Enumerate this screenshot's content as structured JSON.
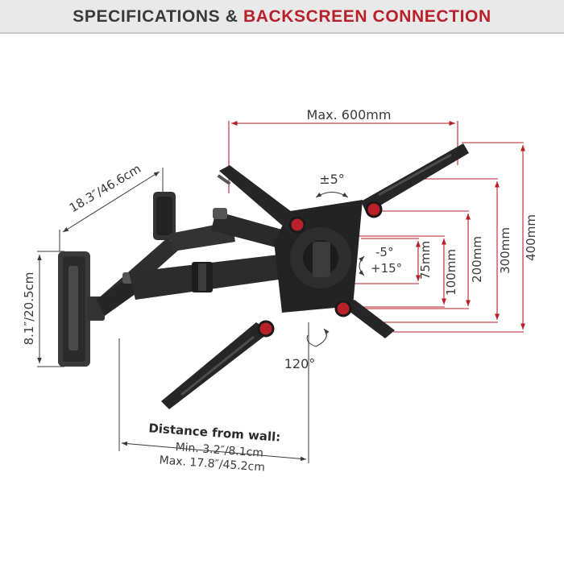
{
  "header": {
    "title_part1": "SPECIFICATIONS & ",
    "title_part2": "BACKSCREEN CONNECTION"
  },
  "colors": {
    "accent": "#b8202a",
    "mount_body": "#2b2b2b",
    "dimension_gray": "#3a3a3a",
    "header_bg": "#e9e9e9"
  },
  "dimensions": {
    "max_width": "Max. 600mm",
    "arm_length": "18.3″/46.6cm",
    "plate_height": "8.1″/20.5cm",
    "tilt": "±5°",
    "tilt_down": "-5°",
    "tilt_up": "+15°",
    "swivel": "120°",
    "vesa_75": "75mm",
    "vesa_100": "100mm",
    "vesa_200": "200mm",
    "vesa_300": "300mm",
    "vesa_400": "400mm",
    "distance_title": "Distance from wall:",
    "distance_min": "Min. 3.2″/8.1cm",
    "distance_max": "Max. 17.8″/45.2cm"
  }
}
